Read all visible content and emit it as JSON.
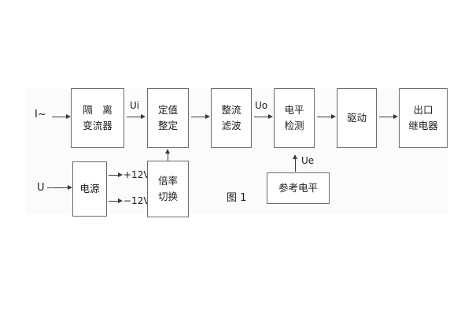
{
  "figure": {
    "caption": "图 1",
    "line_color": "#3a3a3a",
    "block_border_color": "#6b6b6b",
    "panel_color": "#fbfbfb",
    "text_color": "#1b1b1b"
  },
  "inputs": {
    "current": "I~",
    "voltage": "U"
  },
  "signals": {
    "ui": "Ui",
    "uo": "Uo",
    "ue": "Ue",
    "rail_pos": "+12V",
    "rail_neg": "−12V"
  },
  "blocks": {
    "isolation_ct": {
      "line1": "隔　离",
      "line2": "变流器"
    },
    "setting": {
      "line1": "定值",
      "line2": "整定"
    },
    "rectify_filter": {
      "line1": "整流",
      "line2": "滤波"
    },
    "level_detect": {
      "line1": "电平",
      "line2": "检测"
    },
    "drive": {
      "line1": "驱动"
    },
    "output_relay": {
      "line1": "出口",
      "line2": "继电器"
    },
    "power_supply": {
      "line1": "电源"
    },
    "ratio_switch": {
      "line1": "倍率",
      "line2": "切换"
    },
    "reference_level": {
      "line1": "参考电平"
    }
  }
}
